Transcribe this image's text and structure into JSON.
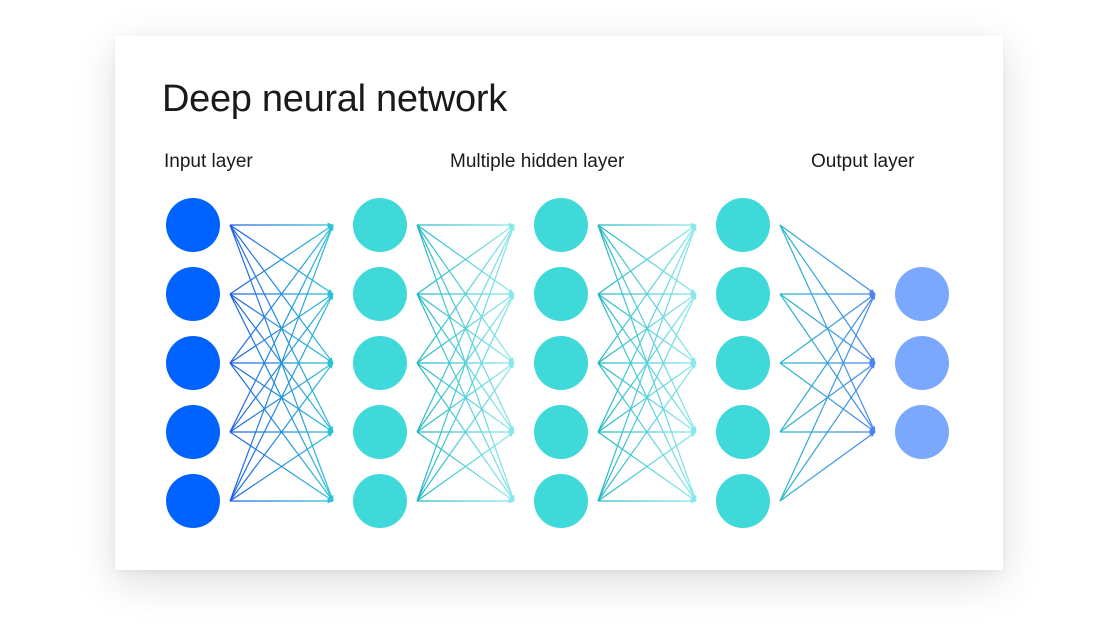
{
  "title": "Deep neural network",
  "labels": {
    "input": "Input layer",
    "hidden": "Multiple hidden layer",
    "output": "Output layer"
  },
  "network": {
    "layer_sizes": [
      5,
      5,
      5,
      5,
      3
    ],
    "layer_roles": [
      "input",
      "hidden",
      "hidden",
      "hidden",
      "output"
    ]
  },
  "colors": {
    "input_node": "#0062ff",
    "hidden_node": "#3fd9d9",
    "output_node": "#7aa8ff",
    "edge_input_start": "#1f5fe6",
    "edge_input_end": "#2cc3d6",
    "edge_hidden_start": "#22b8c4",
    "edge_hidden_end": "#8ae8ec",
    "edge_output_start": "#2ab9c9",
    "edge_output_end": "#4a84f0"
  }
}
